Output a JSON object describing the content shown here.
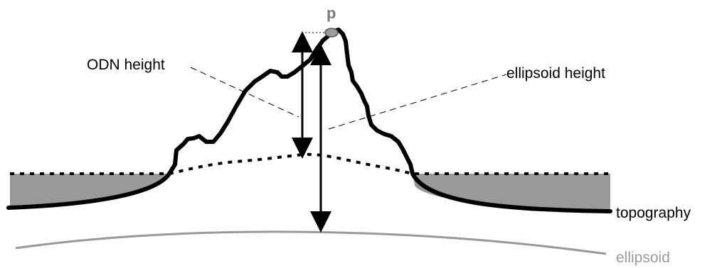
{
  "labels": {
    "point": "p",
    "odn_height": "ODN height",
    "ellipsoid_height": "ellipsoid height",
    "topography": "topography",
    "ellipsoid": "ellipsoid"
  },
  "colors": {
    "ink": "#000000",
    "sea_fill": "#999999",
    "ellipsoid_line": "#999999",
    "point_fill": "#9a9a9a",
    "label_grey": "#9a9a9a"
  }
}
